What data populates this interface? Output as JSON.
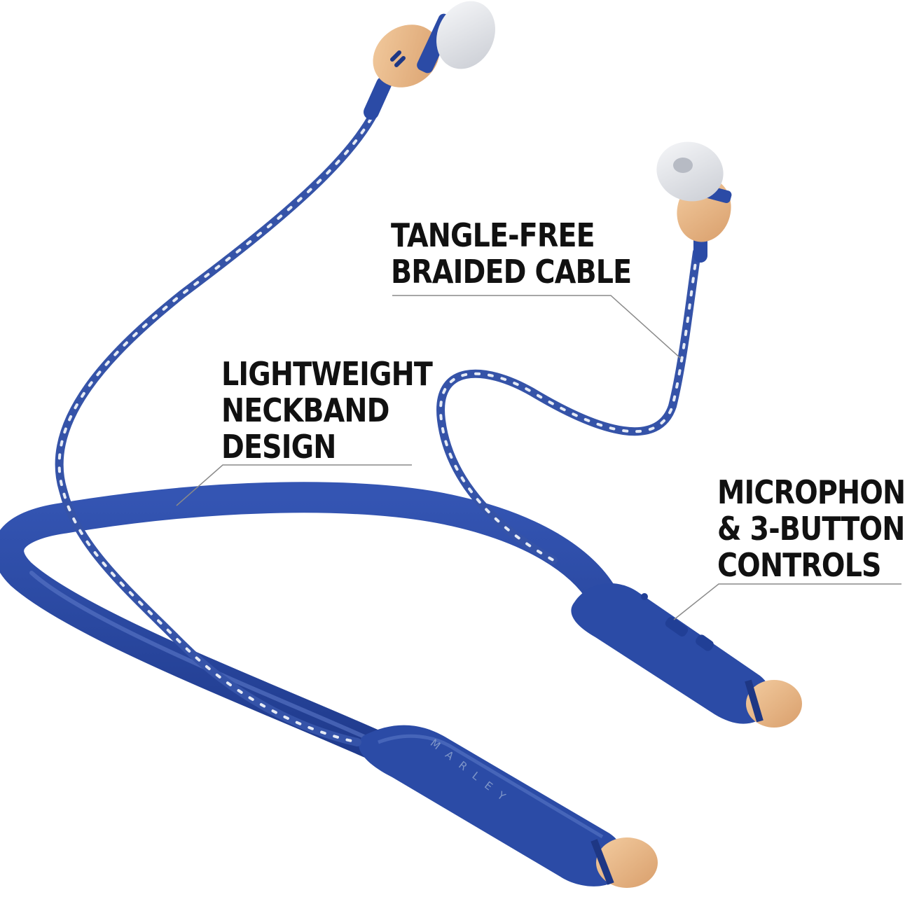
{
  "callouts": {
    "cable": [
      "TANGLE-FREE",
      "BRAIDED CABLE"
    ],
    "neckband": [
      "LIGHTWEIGHT",
      "NECKBAND",
      "DESIGN"
    ],
    "controls": [
      "MICROPHONE",
      "& 3-BUTTON",
      "CONTROLS"
    ]
  },
  "product": {
    "brand_imprint": "MARLEY"
  },
  "colors": {
    "band": "#2a4aa3",
    "band_shadow": "#1d3784",
    "wood": "#e8b98a",
    "tip": "#e6e8ec",
    "braid": "#3553a8",
    "leader_line": "#8a8a8a"
  }
}
